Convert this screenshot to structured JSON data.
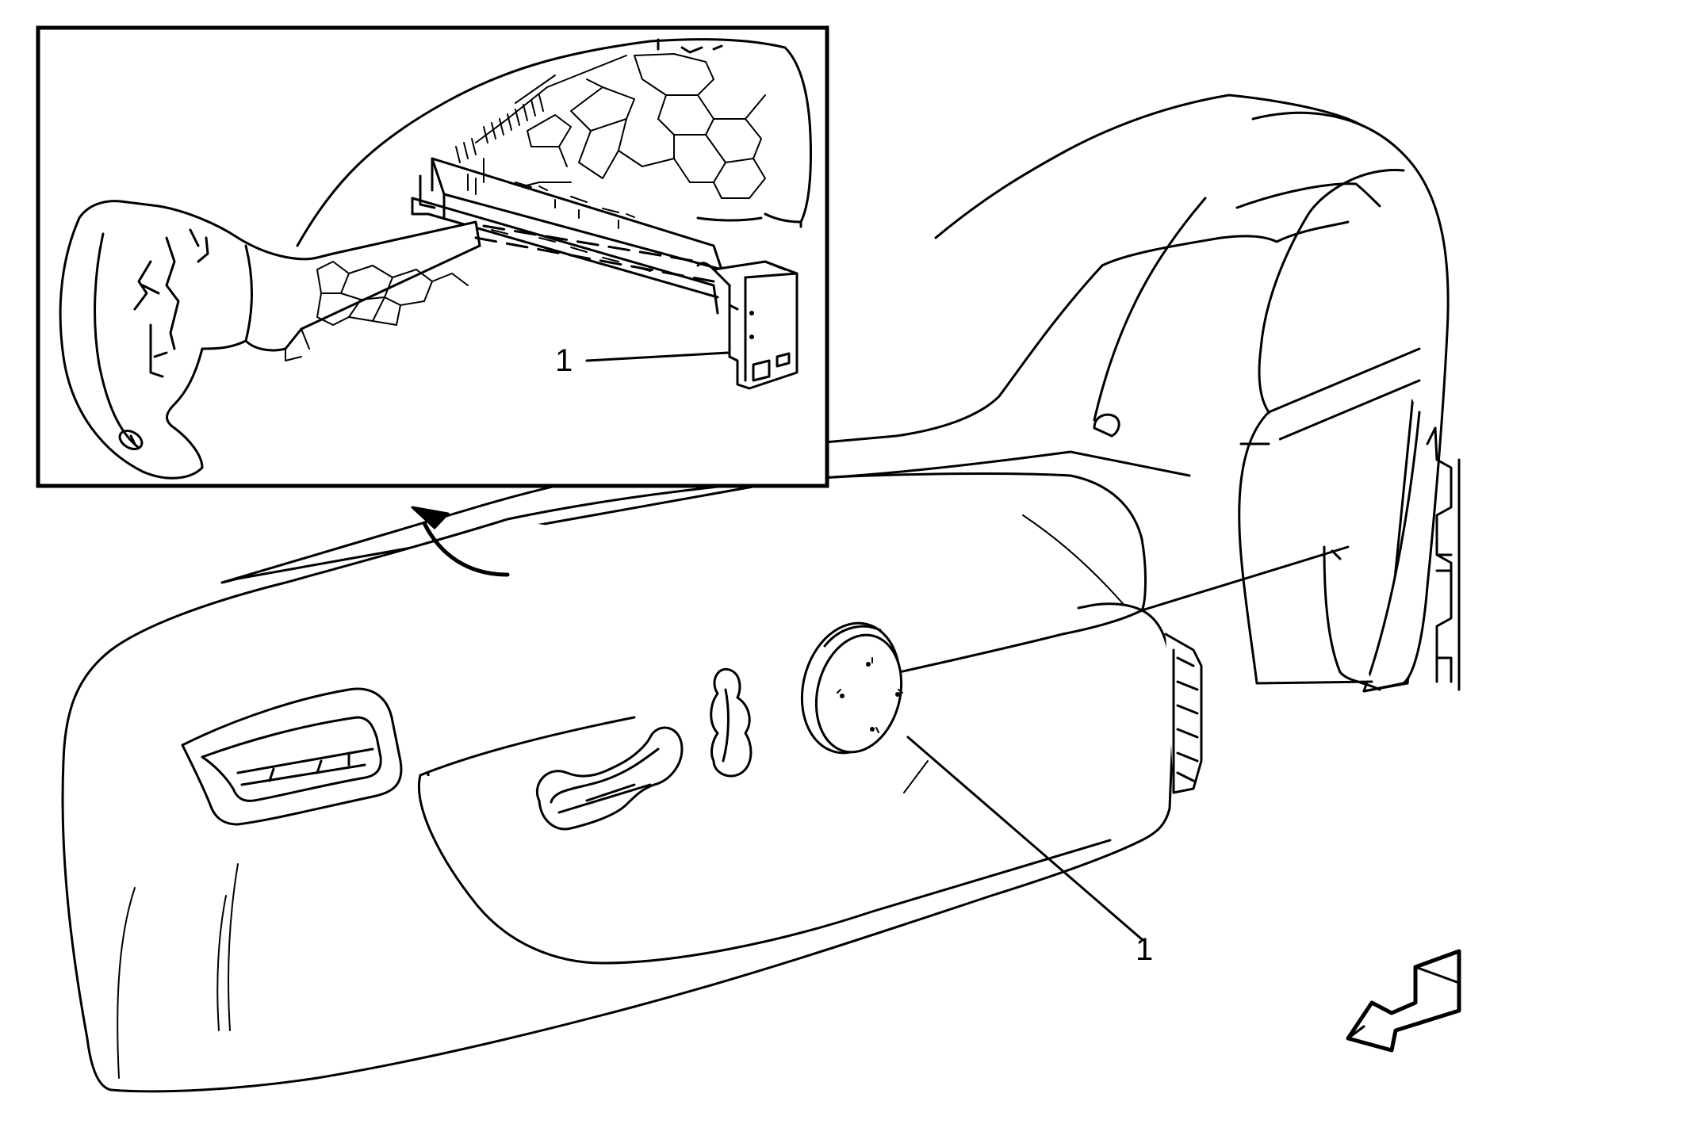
{
  "callouts": [
    {
      "id": "detail-callout",
      "label": "1"
    },
    {
      "id": "main-callout",
      "label": "1"
    }
  ],
  "colors": {
    "line": "#000000",
    "background": "#ffffff"
  },
  "icons": [
    "direction-arrow-icon",
    "direction-arrow-icon",
    "curved-view-arrow-icon"
  ]
}
